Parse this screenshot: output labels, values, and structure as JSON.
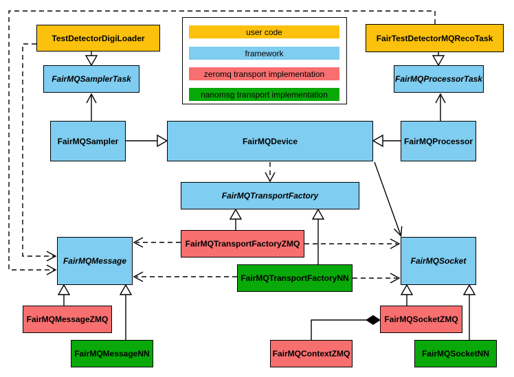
{
  "diagram": {
    "colors": {
      "user_code": "#FCC10D",
      "framework": "#7FCDF0",
      "zeromq": "#F76F6F",
      "nanomsg": "#08A908",
      "border": "#000000",
      "background": "#FFFFFF"
    },
    "legend": {
      "items": [
        {
          "label": "user code",
          "color_key": "user_code"
        },
        {
          "label": "framework",
          "color_key": "framework"
        },
        {
          "label": "zeromq transport implementation",
          "color_key": "zeromq"
        },
        {
          "label": "nanomsg transport implementation",
          "color_key": "nanomsg"
        }
      ]
    },
    "nodes": [
      {
        "id": "TestDetectorDigiLoader",
        "label": "TestDetectorDigiLoader",
        "category": "user_code",
        "abstract": false
      },
      {
        "id": "FairTestDetectorMQRecoTask",
        "label": "FairTestDetectorMQRecoTask",
        "category": "user_code",
        "abstract": false
      },
      {
        "id": "FairMQSamplerTask",
        "label": "FairMQSamplerTask",
        "category": "framework",
        "abstract": true
      },
      {
        "id": "FairMQProcessorTask",
        "label": "FairMQProcessorTask",
        "category": "framework",
        "abstract": true
      },
      {
        "id": "FairMQSampler",
        "label": "FairMQSampler",
        "category": "framework",
        "abstract": false
      },
      {
        "id": "FairMQDevice",
        "label": "FairMQDevice",
        "category": "framework",
        "abstract": false
      },
      {
        "id": "FairMQProcessor",
        "label": "FairMQProcessor",
        "category": "framework",
        "abstract": false
      },
      {
        "id": "FairMQTransportFactory",
        "label": "FairMQTransportFactory",
        "category": "framework",
        "abstract": true
      },
      {
        "id": "FairMQTransportFactoryZMQ",
        "label": "FairMQTransportFactoryZMQ",
        "category": "zeromq",
        "abstract": false
      },
      {
        "id": "FairMQTransportFactoryNN",
        "label": "FairMQTransportFactoryNN",
        "category": "nanomsg",
        "abstract": false
      },
      {
        "id": "FairMQMessage",
        "label": "FairMQMessage",
        "category": "framework",
        "abstract": true
      },
      {
        "id": "FairMQSocket",
        "label": "FairMQSocket",
        "category": "framework",
        "abstract": true
      },
      {
        "id": "FairMQMessageZMQ",
        "label": "FairMQMessageZMQ",
        "category": "zeromq",
        "abstract": false
      },
      {
        "id": "FairMQMessageNN",
        "label": "FairMQMessageNN",
        "category": "nanomsg",
        "abstract": false
      },
      {
        "id": "FairMQContextZMQ",
        "label": "FairMQContextZMQ",
        "category": "zeromq",
        "abstract": false
      },
      {
        "id": "FairMQSocketZMQ",
        "label": "FairMQSocketZMQ",
        "category": "zeromq",
        "abstract": false
      },
      {
        "id": "FairMQSocketNN",
        "label": "FairMQSocketNN",
        "category": "nanomsg",
        "abstract": false
      }
    ],
    "edges": [
      {
        "from": "TestDetectorDigiLoader",
        "to": "FairMQSamplerTask",
        "type": "inheritance"
      },
      {
        "from": "FairTestDetectorMQRecoTask",
        "to": "FairMQProcessorTask",
        "type": "inheritance"
      },
      {
        "from": "FairMQSampler",
        "to": "FairMQDevice",
        "type": "inheritance"
      },
      {
        "from": "FairMQProcessor",
        "to": "FairMQDevice",
        "type": "inheritance"
      },
      {
        "from": "FairMQTransportFactoryZMQ",
        "to": "FairMQTransportFactory",
        "type": "inheritance"
      },
      {
        "from": "FairMQTransportFactoryNN",
        "to": "FairMQTransportFactory",
        "type": "inheritance"
      },
      {
        "from": "FairMQMessageZMQ",
        "to": "FairMQMessage",
        "type": "inheritance"
      },
      {
        "from": "FairMQMessageNN",
        "to": "FairMQMessage",
        "type": "inheritance"
      },
      {
        "from": "FairMQSocketZMQ",
        "to": "FairMQSocket",
        "type": "inheritance"
      },
      {
        "from": "FairMQSocketNN",
        "to": "FairMQSocket",
        "type": "inheritance"
      },
      {
        "from": "FairMQSampler",
        "to": "FairMQSamplerTask",
        "type": "association"
      },
      {
        "from": "FairMQProcessor",
        "to": "FairMQProcessorTask",
        "type": "association"
      },
      {
        "from": "FairMQDevice",
        "to": "FairMQSocket",
        "type": "association"
      },
      {
        "from": "FairMQDevice",
        "to": "FairMQTransportFactory",
        "type": "dependency"
      },
      {
        "from": "FairMQTransportFactoryZMQ",
        "to": "FairMQMessage",
        "type": "dependency"
      },
      {
        "from": "FairMQTransportFactoryZMQ",
        "to": "FairMQSocket",
        "type": "dependency"
      },
      {
        "from": "FairMQTransportFactoryNN",
        "to": "FairMQMessage",
        "type": "dependency"
      },
      {
        "from": "FairMQTransportFactoryNN",
        "to": "FairMQSocket",
        "type": "dependency"
      },
      {
        "from": "TestDetectorDigiLoader",
        "to": "FairMQMessage",
        "type": "dependency"
      },
      {
        "from": "FairTestDetectorMQRecoTask",
        "to": "FairMQMessage",
        "type": "dependency"
      },
      {
        "from": "FairMQSocketZMQ",
        "to": "FairMQContextZMQ",
        "type": "composition"
      }
    ]
  }
}
